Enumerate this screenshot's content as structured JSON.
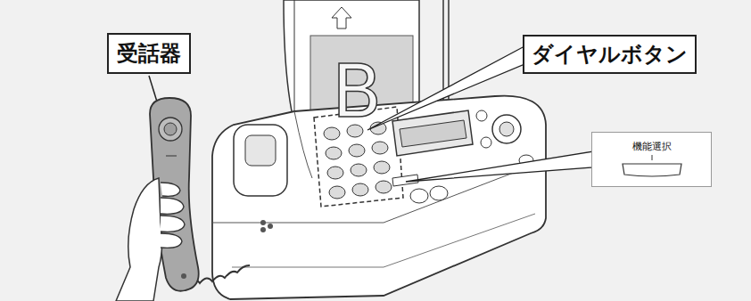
{
  "diagram": {
    "nodes": [
      {
        "text": [
          "受話器"
        ]
      },
      {
        "text": [
          "ダイヤルボタン"
        ]
      },
      {
        "text": [
          "機能選択"
        ]
      }
    ],
    "labels": [
      "B"
    ]
  }
}
